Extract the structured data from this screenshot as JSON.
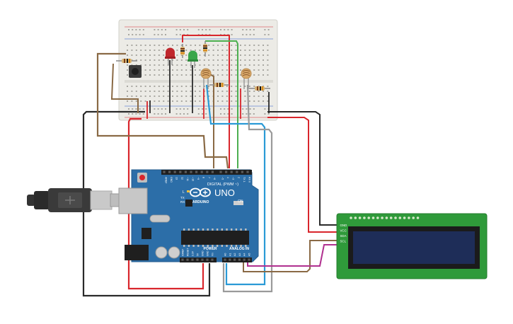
{
  "arduino": {
    "model": "UNO",
    "brand": "ARDUINO",
    "digital_header_label": "DIGITAL (PWM ~)",
    "analog_header_label": "ANALOG IN",
    "power_header_label": "POWER",
    "led_l": "L",
    "led_tx": "TX",
    "led_rx": "RX",
    "on_label": "ON",
    "digital_pins": [
      "AREF",
      "GND",
      "13",
      "12",
      "~11",
      "~10",
      "~9",
      "8",
      "7",
      "~6",
      "~5",
      "4",
      "~3",
      "2",
      "TX 1",
      "RX 0"
    ],
    "power_pins": [
      "IOREF",
      "RESET",
      "3.3V",
      "5V",
      "GND",
      "GND",
      "Vin"
    ],
    "analog_pins": [
      "A0",
      "A1",
      "A2",
      "A3",
      "A4",
      "A5"
    ]
  },
  "lcd": {
    "pins": [
      "GND",
      "VCC",
      "SDA",
      "SCL"
    ]
  },
  "colors": {
    "board": "#2c6ea8",
    "breadboard": "#ecebe6",
    "wire_red": "#d9262c",
    "wire_black": "#2a2a2a",
    "wire_brown": "#8a6a45",
    "wire_green": "#4caf50",
    "wire_blue": "#2a9ad6",
    "wire_gray": "#9a9a9a",
    "wire_magenta": "#b0308f",
    "lcd_pcb": "#2f9a3a",
    "lcd_screen": "#1e2d58"
  }
}
